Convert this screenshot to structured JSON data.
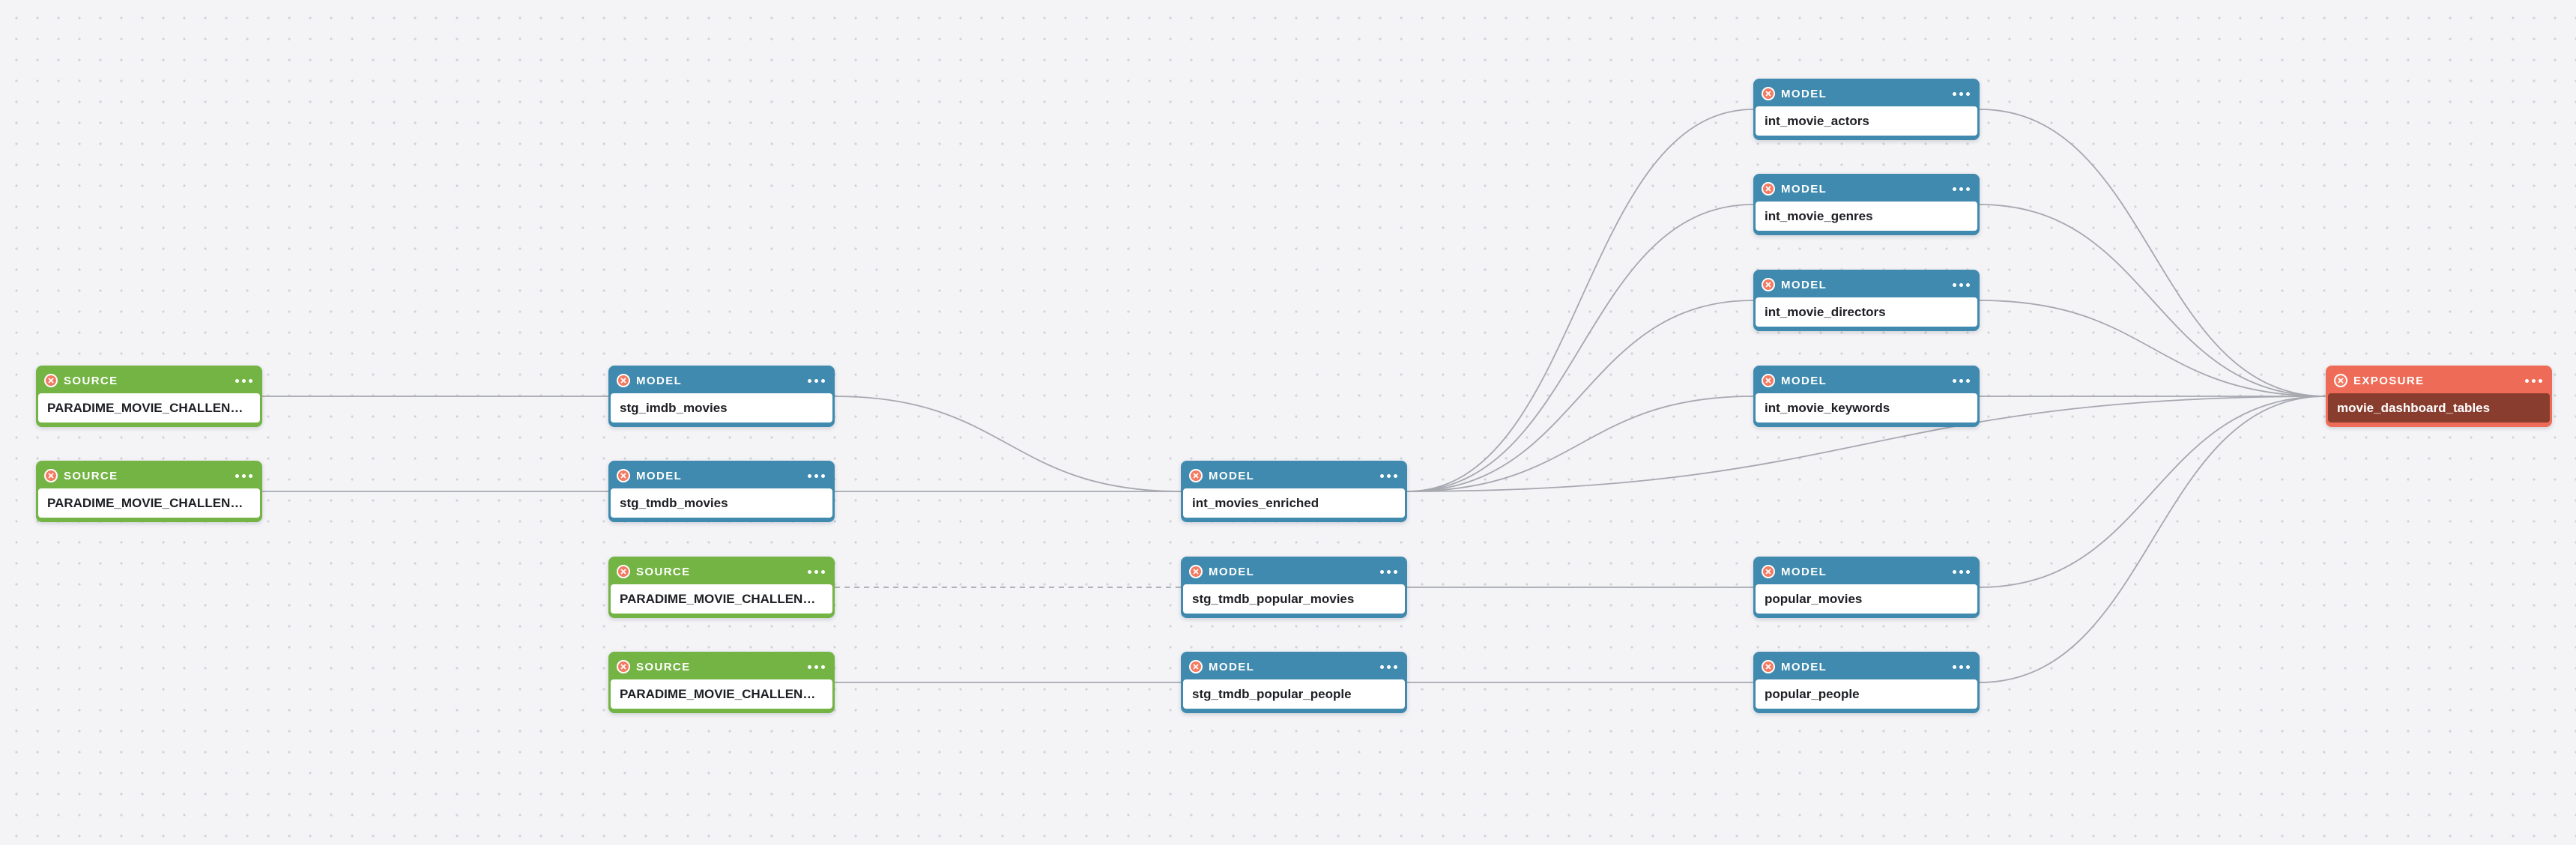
{
  "colors": {
    "model": "#3f8aae",
    "source": "#74b444",
    "exposure": "#ee6c57",
    "exposure_body": "#883d2e",
    "edge": "#a7a8b0",
    "background": "#f4f4f7"
  },
  "nodes": {
    "src_1": {
      "type_label": "SOURCE",
      "name": "PARADIME_MOVIE_CHALLENGE…"
    },
    "src_2": {
      "type_label": "SOURCE",
      "name": "PARADIME_MOVIE_CHALLENGE…"
    },
    "stg_imdb": {
      "type_label": "MODEL",
      "name": "stg_imdb_movies"
    },
    "stg_tmdb": {
      "type_label": "MODEL",
      "name": "stg_tmdb_movies"
    },
    "src_3": {
      "type_label": "SOURCE",
      "name": "PARADIME_MOVIE_CHALLENGE…"
    },
    "src_4": {
      "type_label": "SOURCE",
      "name": "PARADIME_MOVIE_CHALLENGE…"
    },
    "int_enriched": {
      "type_label": "MODEL",
      "name": "int_movies_enriched"
    },
    "stg_pop_movies": {
      "type_label": "MODEL",
      "name": "stg_tmdb_popular_movies"
    },
    "stg_pop_people": {
      "type_label": "MODEL",
      "name": "stg_tmdb_popular_people"
    },
    "int_actors": {
      "type_label": "MODEL",
      "name": "int_movie_actors"
    },
    "int_genres": {
      "type_label": "MODEL",
      "name": "int_movie_genres"
    },
    "int_directors": {
      "type_label": "MODEL",
      "name": "int_movie_directors"
    },
    "int_keywords": {
      "type_label": "MODEL",
      "name": "int_movie_keywords"
    },
    "popular_movies": {
      "type_label": "MODEL",
      "name": "popular_movies"
    },
    "popular_people": {
      "type_label": "MODEL",
      "name": "popular_people"
    },
    "exposure": {
      "type_label": "EXPOSURE",
      "name": "movie_dashboard_tables"
    }
  },
  "edges": [
    {
      "from": "src_1",
      "to": "stg_imdb",
      "style": "solid"
    },
    {
      "from": "src_2",
      "to": "stg_tmdb",
      "style": "solid"
    },
    {
      "from": "stg_imdb",
      "to": "int_enriched",
      "style": "solid"
    },
    {
      "from": "stg_tmdb",
      "to": "int_enriched",
      "style": "solid"
    },
    {
      "from": "src_3",
      "to": "stg_pop_movies",
      "style": "dashed"
    },
    {
      "from": "src_4",
      "to": "stg_pop_people",
      "style": "solid"
    },
    {
      "from": "int_enriched",
      "to": "int_actors",
      "style": "solid"
    },
    {
      "from": "int_enriched",
      "to": "int_genres",
      "style": "solid"
    },
    {
      "from": "int_enriched",
      "to": "int_directors",
      "style": "solid"
    },
    {
      "from": "int_enriched",
      "to": "int_keywords",
      "style": "solid"
    },
    {
      "from": "int_enriched",
      "to": "exposure",
      "style": "solid"
    },
    {
      "from": "stg_pop_movies",
      "to": "popular_movies",
      "style": "solid"
    },
    {
      "from": "stg_pop_people",
      "to": "popular_people",
      "style": "solid"
    },
    {
      "from": "int_actors",
      "to": "exposure",
      "style": "solid"
    },
    {
      "from": "int_genres",
      "to": "exposure",
      "style": "solid"
    },
    {
      "from": "int_directors",
      "to": "exposure",
      "style": "solid"
    },
    {
      "from": "int_keywords",
      "to": "exposure",
      "style": "solid"
    },
    {
      "from": "popular_movies",
      "to": "exposure",
      "style": "solid"
    },
    {
      "from": "popular_people",
      "to": "exposure",
      "style": "solid"
    }
  ]
}
